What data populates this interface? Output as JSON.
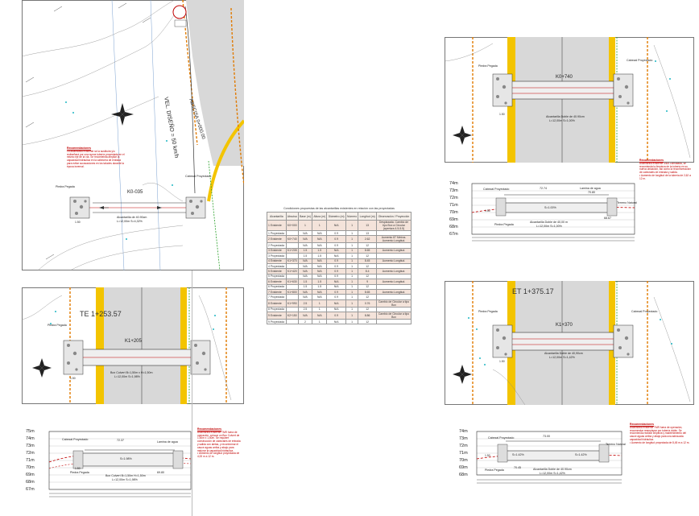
{
  "plan_main": {
    "stations": [
      "K0-035"
    ],
    "speed": "VEL. DISEÑO = 50 km/h",
    "abscissa": "ABSCISA 0+000.00",
    "culvert": [
      "Alcantarilla de 40.90cm",
      "L=12,00m S=4,32%"
    ],
    "labels": {
      "piedra_pegada": "Piedra Pegada",
      "cabezal": "Cabezal Proyectado",
      "dim": "1.50"
    },
    "note_title": "Recomendaciones",
    "note_body": "La alcantarilla existente se la sustituirá y/o rediseñará por una nueva tubería proyectada en el mismo eje de la vía. Se recomienda ampliar la capacidad hidráulica en la cabecera de entrada para evitar socavaciones en los taludes durante la época invernal."
  },
  "plan_te": {
    "te": "TE 1+253.57",
    "station": "K1+205",
    "culvert": [
      "Box Culvert B=1,50m x H=1,50m",
      "L=12,00m S=1,98%"
    ],
    "labels": {
      "piedra_pegada": "Piedra Pegada",
      "dim": "1.50"
    }
  },
  "profile_te": {
    "levels": [
      "75m",
      "74m",
      "73m",
      "72m",
      "71m",
      "70m",
      "69m",
      "68m",
      "67m"
    ],
    "labels": {
      "cabezal": "Cabezal Proyectado",
      "lamina": "Lamina de agua",
      "cota": "72.37",
      "cota2": "69.80",
      "slope": "S=1.98%",
      "piedra": "Piedra Pegada",
      "culvert": "Box Culvert B=1,50m H=1,50m",
      "culvert2": "L=12,00m S=1,98%",
      "dim": "1.50"
    },
    "note_title": "Recomendaciones",
    "note_body": "Alcantarilla existente TMR fuera de operación, colocar un Box Culvert de 1,50m x 1,50m. Se requiere construcción de cabezales de entrada y salida con aletas, y reconformar el cauce aguas arriba y abajo para mejorar la capacidad hidráulica.",
    "note2": "• Aumento de longitud proyectada de 4,00 m a 12 m."
  },
  "table": {
    "caption": "Condiciones propuestas de las alcantarillas existentes en relación con las proyectadas",
    "headers": [
      "Alcantarilla",
      "Abscisa",
      "Base (m)",
      "Altura (m)",
      "Diámetro (m)",
      "Número",
      "Longitud (m)",
      "Observación / Proyección"
    ],
    "rows": [
      [
        "1 Existente",
        "K0+000",
        "1",
        "1",
        "N/A",
        "1",
        "13",
        "Desplazada. Cambio de tipo Box a Circular (apertura 4.5-5.5)"
      ],
      [
        "1 Proyectada",
        "",
        "N/A",
        "N/A",
        "0.9",
        "1",
        "13",
        ""
      ],
      [
        "2 Existente",
        "K0+740",
        "N/A",
        "N/A",
        "0.9",
        "1",
        "2.62",
        "Aumento 87 Metros. Aumento Longitud."
      ],
      [
        "2 Proyectada",
        "",
        "N/A",
        "N/A",
        "0.9",
        "1",
        "12",
        ""
      ],
      [
        "3 Existente",
        "K1+205",
        "1.5",
        "1.5",
        "N/A",
        "1",
        "8.65",
        "Aumento Longitud."
      ],
      [
        "3 Proyectada",
        "",
        "1.5",
        "1.5",
        "N/A",
        "1",
        "12",
        ""
      ],
      [
        "4 Existente",
        "K1+370",
        "N/A",
        "N/A",
        "0.9",
        "1",
        "8.45",
        "Aumento Longitud."
      ],
      [
        "4 Proyectada",
        "",
        "N/A",
        "N/A",
        "0.9",
        "1",
        "12",
        ""
      ],
      [
        "5 Existente",
        "K1+420",
        "N/A",
        "N/A",
        "0.9",
        "1",
        "8.4",
        "Aumento Longitud."
      ],
      [
        "5 Proyectada",
        "",
        "N/A",
        "N/A",
        "0.9",
        "1",
        "12",
        ""
      ],
      [
        "6 Existente",
        "K1+630",
        "1.5",
        "1.5",
        "N/A",
        "1",
        "9",
        "Aumento Longitud."
      ],
      [
        "6 Proyectada",
        "",
        "1.5",
        "1.5",
        "N/A",
        "1",
        "12",
        ""
      ],
      [
        "7 Existente",
        "K1+800",
        "N/A",
        "N/A",
        "0.9",
        "1",
        "8.65",
        "Aumento Longitud."
      ],
      [
        "7 Proyectada",
        "",
        "N/A",
        "N/A",
        "0.9",
        "1",
        "12",
        ""
      ],
      [
        "8 Existente",
        "K1+990",
        "2.5",
        "1",
        "N/A",
        "1",
        "0.76",
        "Cambio de Circular a tipo Box"
      ],
      [
        "8 Proyectada",
        "",
        "2.5",
        "1",
        "N/A",
        "1",
        "12",
        ""
      ],
      [
        "9 Existente",
        "K2+150",
        "N/A",
        "N/A",
        "0.9",
        "1",
        "8.86",
        "Cambio de Circular a tipo Box"
      ],
      [
        "9 Proyectada",
        "",
        "2",
        "1",
        "N/A",
        "1",
        "12",
        ""
      ]
    ]
  },
  "plan_k0740": {
    "station": "K0+740",
    "culvert": [
      "Alcantarilla Doble de 40.90cm",
      "L=12,00m S=1,00%"
    ],
    "labels": {
      "piedra_pegada": "Piedra Pegada",
      "cabezal": "Cabezal Proyectado",
      "dim": "1.50"
    }
  },
  "profile_k0740": {
    "levels": [
      "74m",
      "73m",
      "72m",
      "71m",
      "70m",
      "69m",
      "68m",
      "67m"
    ],
    "labels": {
      "cabezal": "Cabezal Proyectado",
      "lamina": "Lamina de agua",
      "cota": "72.74",
      "cota2": "70.80",
      "cota3": "68.67",
      "slope": "S=1.00%",
      "terreno": "Terreno Natural",
      "piedra": "Piedra Pegada",
      "culvert": "Alcantarilla Doble de 40,00 m",
      "culvert2": "L=12,00m S=1,00%",
      "dim": "1.50"
    },
    "note_title": "Recomendaciones",
    "note_body": "Alcantarilla existente 4/6/4 colmatada, se recomienda la limpieza de la tubería en su nueva ubicación, así como la reconformación de cabezales de entrada y salida.",
    "note2": "• Aumento de longitud de la tubería de 2,62 a 12 m."
  },
  "plan_et": {
    "et": "ET 1+375.17",
    "station": "K1+370",
    "culvert": [
      "Alcantarilla Doble de 40,90cm",
      "L=12,00m S=1,42%"
    ],
    "labels": {
      "piedra_pegada": "Piedra Pegada",
      "cabezal": "Cabezal Proyectado",
      "dim": "1.50"
    }
  },
  "profile_et": {
    "levels": [
      "74m",
      "73m",
      "72m",
      "71m",
      "70m",
      "69m",
      "68m"
    ],
    "labels": {
      "cabezal": "Cabezal Proyectado",
      "cota": "73.00",
      "slope": "S=1.42%",
      "slope2": "S=1.42%",
      "terreno": "Terreno Natural",
      "piedra": "Piedra Pegada",
      "culvert": "Alcantarilla Doble de 40.90cm",
      "culvert2": "L=12,00m S=1,42%",
      "cota2": "70.45",
      "dim": "1.50"
    },
    "note_title": "Recomendaciones",
    "note_body": "Alcantarilla existente TMR fuera de operación, recomendar reemplazar por tubería doble. Se recomienda realizar limpieza y mantenimiento del cauce aguas arriba y abajo para una adecuada capacidad hidráulica.",
    "note2": "• Aumento de longitud proyectada de 8,45 m a 12 m."
  }
}
